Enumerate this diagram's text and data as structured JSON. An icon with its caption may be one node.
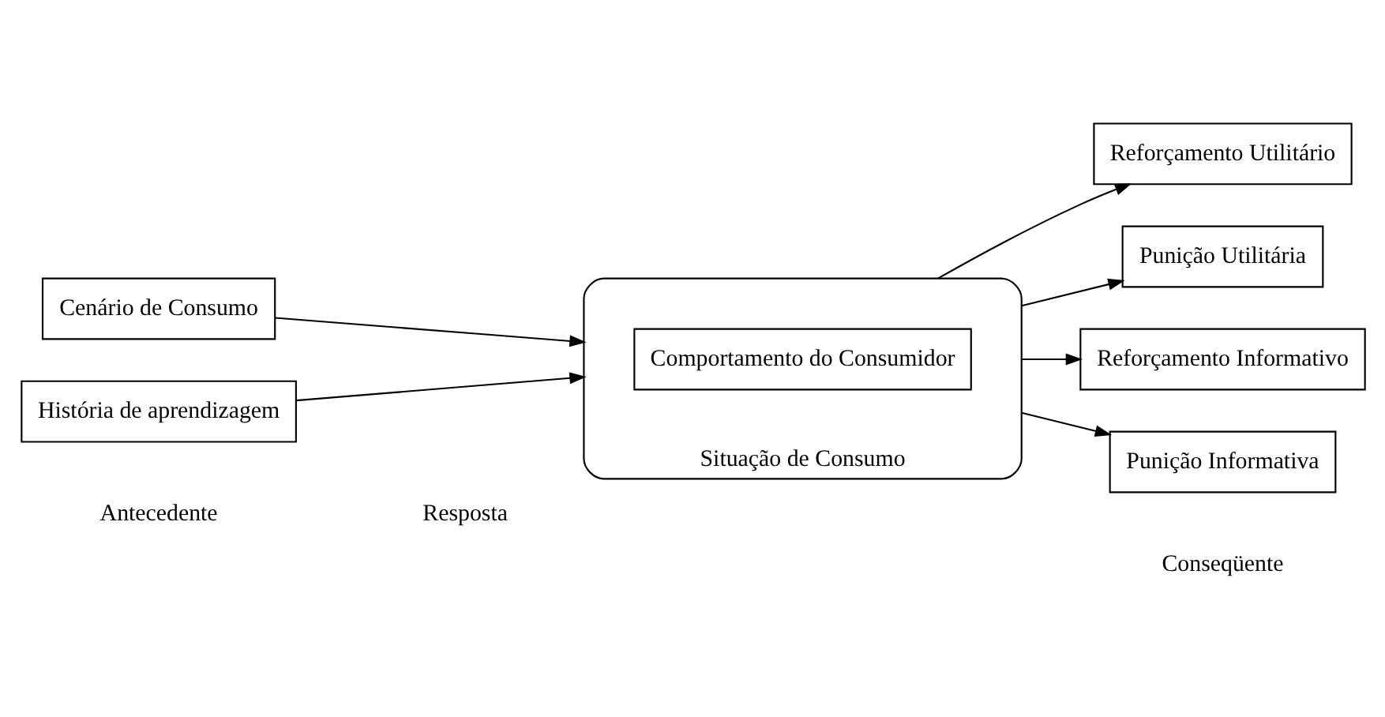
{
  "diagram": {
    "nodes": [
      {
        "text": [
          "Cenário de Consumo"
        ]
      },
      {
        "text": [
          "História de aprendizagem"
        ]
      },
      {
        "text": [
          "Situação de Consumo"
        ]
      },
      {
        "text": [
          "Comportamento do Consumidor"
        ],
        "in": 2
      },
      {
        "text": [
          "Reforçamento Utilitário"
        ]
      },
      {
        "text": [
          "Punição Utilitária"
        ]
      },
      {
        "text": [
          "Reforçamento Informativo"
        ]
      },
      {
        "text": [
          "Punição Informativa"
        ]
      }
    ],
    "edges": [
      {
        "from": 0,
        "to": 2,
        "arrow": "to"
      },
      {
        "from": 1,
        "to": 2,
        "arrow": "to"
      },
      {
        "from": 2,
        "to": 4,
        "arrow": "to"
      },
      {
        "from": 2,
        "to": 5,
        "arrow": "to"
      },
      {
        "from": 2,
        "to": 6,
        "arrow": "to"
      },
      {
        "from": 2,
        "to": 7,
        "arrow": "to"
      }
    ],
    "labels": [
      "Antecedente",
      "Resposta",
      "Conseqüente"
    ]
  }
}
